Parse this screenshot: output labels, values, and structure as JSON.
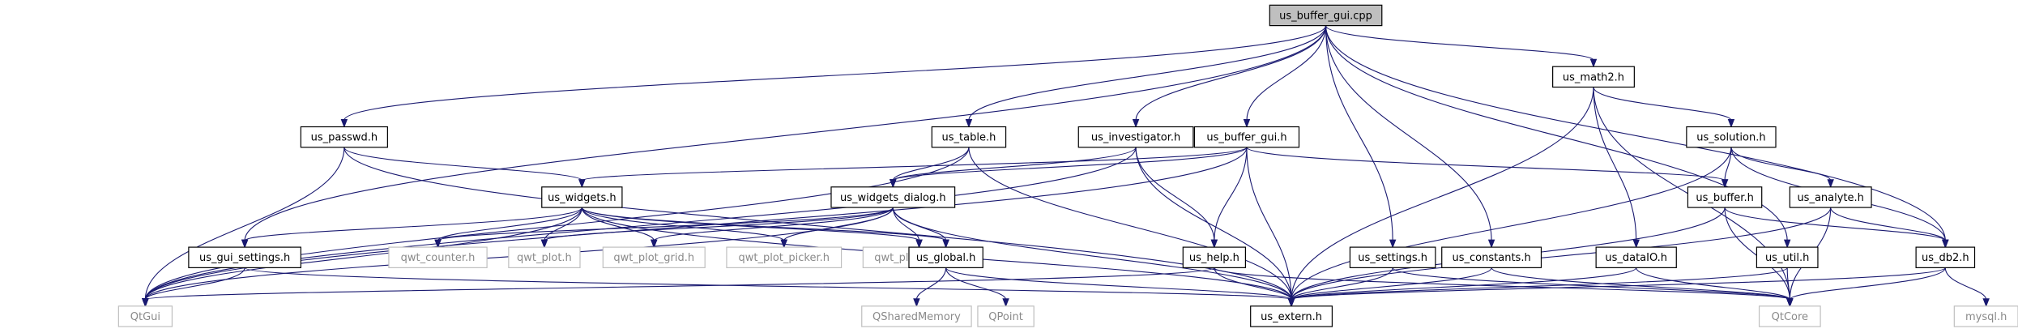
{
  "colors": {
    "root_fill": "#bfbfbf",
    "edge": "#191970",
    "external_border": "#bfbfbf",
    "external_text": "#8a8a8a"
  },
  "nodes": [
    {
      "id": "us_buffer_gui_cpp",
      "label": "us_buffer_gui.cpp",
      "kind": "root"
    },
    {
      "id": "us_math2",
      "label": "us_math2.h",
      "kind": "local"
    },
    {
      "id": "us_passwd",
      "label": "us_passwd.h",
      "kind": "local"
    },
    {
      "id": "us_table",
      "label": "us_table.h",
      "kind": "local"
    },
    {
      "id": "us_investigator",
      "label": "us_investigator.h",
      "kind": "local"
    },
    {
      "id": "us_buffer_gui_h",
      "label": "us_buffer_gui.h",
      "kind": "local"
    },
    {
      "id": "us_solution",
      "label": "us_solution.h",
      "kind": "local"
    },
    {
      "id": "us_widgets",
      "label": "us_widgets.h",
      "kind": "local"
    },
    {
      "id": "us_widgets_dialog",
      "label": "us_widgets_dialog.h",
      "kind": "local"
    },
    {
      "id": "us_buffer",
      "label": "us_buffer.h",
      "kind": "local"
    },
    {
      "id": "us_analyte",
      "label": "us_analyte.h",
      "kind": "local"
    },
    {
      "id": "us_gui_settings",
      "label": "us_gui_settings.h",
      "kind": "local"
    },
    {
      "id": "qwt_counter",
      "label": "qwt_counter.h",
      "kind": "external"
    },
    {
      "id": "qwt_plot",
      "label": "qwt_plot.h",
      "kind": "external"
    },
    {
      "id": "qwt_plot_grid",
      "label": "qwt_plot_grid.h",
      "kind": "external"
    },
    {
      "id": "qwt_plot_picker",
      "label": "qwt_plot_picker.h",
      "kind": "external"
    },
    {
      "id": "qwt_plot_curve",
      "label": "qwt_plot_curve.h",
      "kind": "external"
    },
    {
      "id": "us_global",
      "label": "us_global.h",
      "kind": "local"
    },
    {
      "id": "us_help",
      "label": "us_help.h",
      "kind": "local"
    },
    {
      "id": "us_settings",
      "label": "us_settings.h",
      "kind": "local"
    },
    {
      "id": "us_constants",
      "label": "us_constants.h",
      "kind": "local"
    },
    {
      "id": "us_dataIO",
      "label": "us_dataIO.h",
      "kind": "local"
    },
    {
      "id": "us_util",
      "label": "us_util.h",
      "kind": "local"
    },
    {
      "id": "us_db2",
      "label": "us_db2.h",
      "kind": "local"
    },
    {
      "id": "QtGui",
      "label": "QtGui",
      "kind": "external"
    },
    {
      "id": "QSharedMemory",
      "label": "QSharedMemory",
      "kind": "external"
    },
    {
      "id": "QPoint",
      "label": "QPoint",
      "kind": "external"
    },
    {
      "id": "us_extern",
      "label": "us_extern.h",
      "kind": "local"
    },
    {
      "id": "QtCore",
      "label": "QtCore",
      "kind": "external"
    },
    {
      "id": "mysql",
      "label": "mysql.h",
      "kind": "external"
    }
  ],
  "edges": [
    [
      "us_buffer_gui_cpp",
      "us_math2"
    ],
    [
      "us_buffer_gui_cpp",
      "us_passwd"
    ],
    [
      "us_buffer_gui_cpp",
      "us_table"
    ],
    [
      "us_buffer_gui_cpp",
      "us_investigator"
    ],
    [
      "us_buffer_gui_cpp",
      "us_buffer_gui_h"
    ],
    [
      "us_buffer_gui_cpp",
      "us_gui_settings"
    ],
    [
      "us_buffer_gui_cpp",
      "us_settings"
    ],
    [
      "us_buffer_gui_cpp",
      "us_constants"
    ],
    [
      "us_buffer_gui_cpp",
      "us_util"
    ],
    [
      "us_buffer_gui_cpp",
      "us_db2"
    ],
    [
      "us_math2",
      "us_solution"
    ],
    [
      "us_math2",
      "us_dataIO"
    ],
    [
      "us_math2",
      "us_extern"
    ],
    [
      "us_math2",
      "QtCore"
    ],
    [
      "us_passwd",
      "QtGui"
    ],
    [
      "us_passwd",
      "us_widgets"
    ],
    [
      "us_passwd",
      "us_extern"
    ],
    [
      "us_table",
      "QtGui"
    ],
    [
      "us_table",
      "us_widgets_dialog"
    ],
    [
      "us_table",
      "us_extern"
    ],
    [
      "us_investigator",
      "QtGui"
    ],
    [
      "us_investigator",
      "us_widgets_dialog"
    ],
    [
      "us_investigator",
      "us_help"
    ],
    [
      "us_investigator",
      "us_extern"
    ],
    [
      "us_buffer_gui_h",
      "QtGui"
    ],
    [
      "us_buffer_gui_h",
      "us_widgets"
    ],
    [
      "us_buffer_gui_h",
      "us_widgets_dialog"
    ],
    [
      "us_buffer_gui_h",
      "us_help"
    ],
    [
      "us_buffer_gui_h",
      "us_buffer"
    ],
    [
      "us_buffer_gui_h",
      "us_extern"
    ],
    [
      "us_solution",
      "us_buffer"
    ],
    [
      "us_solution",
      "us_analyte"
    ],
    [
      "us_solution",
      "us_db2"
    ],
    [
      "us_solution",
      "us_extern"
    ],
    [
      "us_widgets",
      "us_gui_settings"
    ],
    [
      "us_widgets",
      "qwt_counter"
    ],
    [
      "us_widgets",
      "qwt_plot"
    ],
    [
      "us_widgets",
      "qwt_plot_grid"
    ],
    [
      "us_widgets",
      "qwt_plot_picker"
    ],
    [
      "us_widgets",
      "qwt_plot_curve"
    ],
    [
      "us_widgets",
      "us_global"
    ],
    [
      "us_widgets",
      "QtGui"
    ],
    [
      "us_widgets",
      "us_extern"
    ],
    [
      "us_widgets_dialog",
      "qwt_counter"
    ],
    [
      "us_widgets_dialog",
      "qwt_plot"
    ],
    [
      "us_widgets_dialog",
      "qwt_plot_grid"
    ],
    [
      "us_widgets_dialog",
      "qwt_plot_picker"
    ],
    [
      "us_widgets_dialog",
      "qwt_plot_curve"
    ],
    [
      "us_widgets_dialog",
      "us_global"
    ],
    [
      "us_widgets_dialog",
      "QtGui"
    ],
    [
      "us_widgets_dialog",
      "us_extern"
    ],
    [
      "us_buffer",
      "us_db2"
    ],
    [
      "us_buffer",
      "us_extern"
    ],
    [
      "us_buffer",
      "QtCore"
    ],
    [
      "us_analyte",
      "us_db2"
    ],
    [
      "us_analyte",
      "us_extern"
    ],
    [
      "us_analyte",
      "QtCore"
    ],
    [
      "us_gui_settings",
      "QtGui"
    ],
    [
      "us_gui_settings",
      "us_extern"
    ],
    [
      "us_global",
      "QSharedMemory"
    ],
    [
      "us_global",
      "QPoint"
    ],
    [
      "us_global",
      "us_extern"
    ],
    [
      "us_help",
      "QtGui"
    ],
    [
      "us_help",
      "us_extern"
    ],
    [
      "us_help",
      "QtCore"
    ],
    [
      "us_settings",
      "us_extern"
    ],
    [
      "us_settings",
      "QtCore"
    ],
    [
      "us_constants",
      "us_extern"
    ],
    [
      "us_constants",
      "QtCore"
    ],
    [
      "us_dataIO",
      "us_extern"
    ],
    [
      "us_dataIO",
      "QtCore"
    ],
    [
      "us_util",
      "us_extern"
    ],
    [
      "us_util",
      "QtCore"
    ],
    [
      "us_db2",
      "us_extern"
    ],
    [
      "us_db2",
      "QtCore"
    ],
    [
      "us_db2",
      "mysql"
    ]
  ]
}
